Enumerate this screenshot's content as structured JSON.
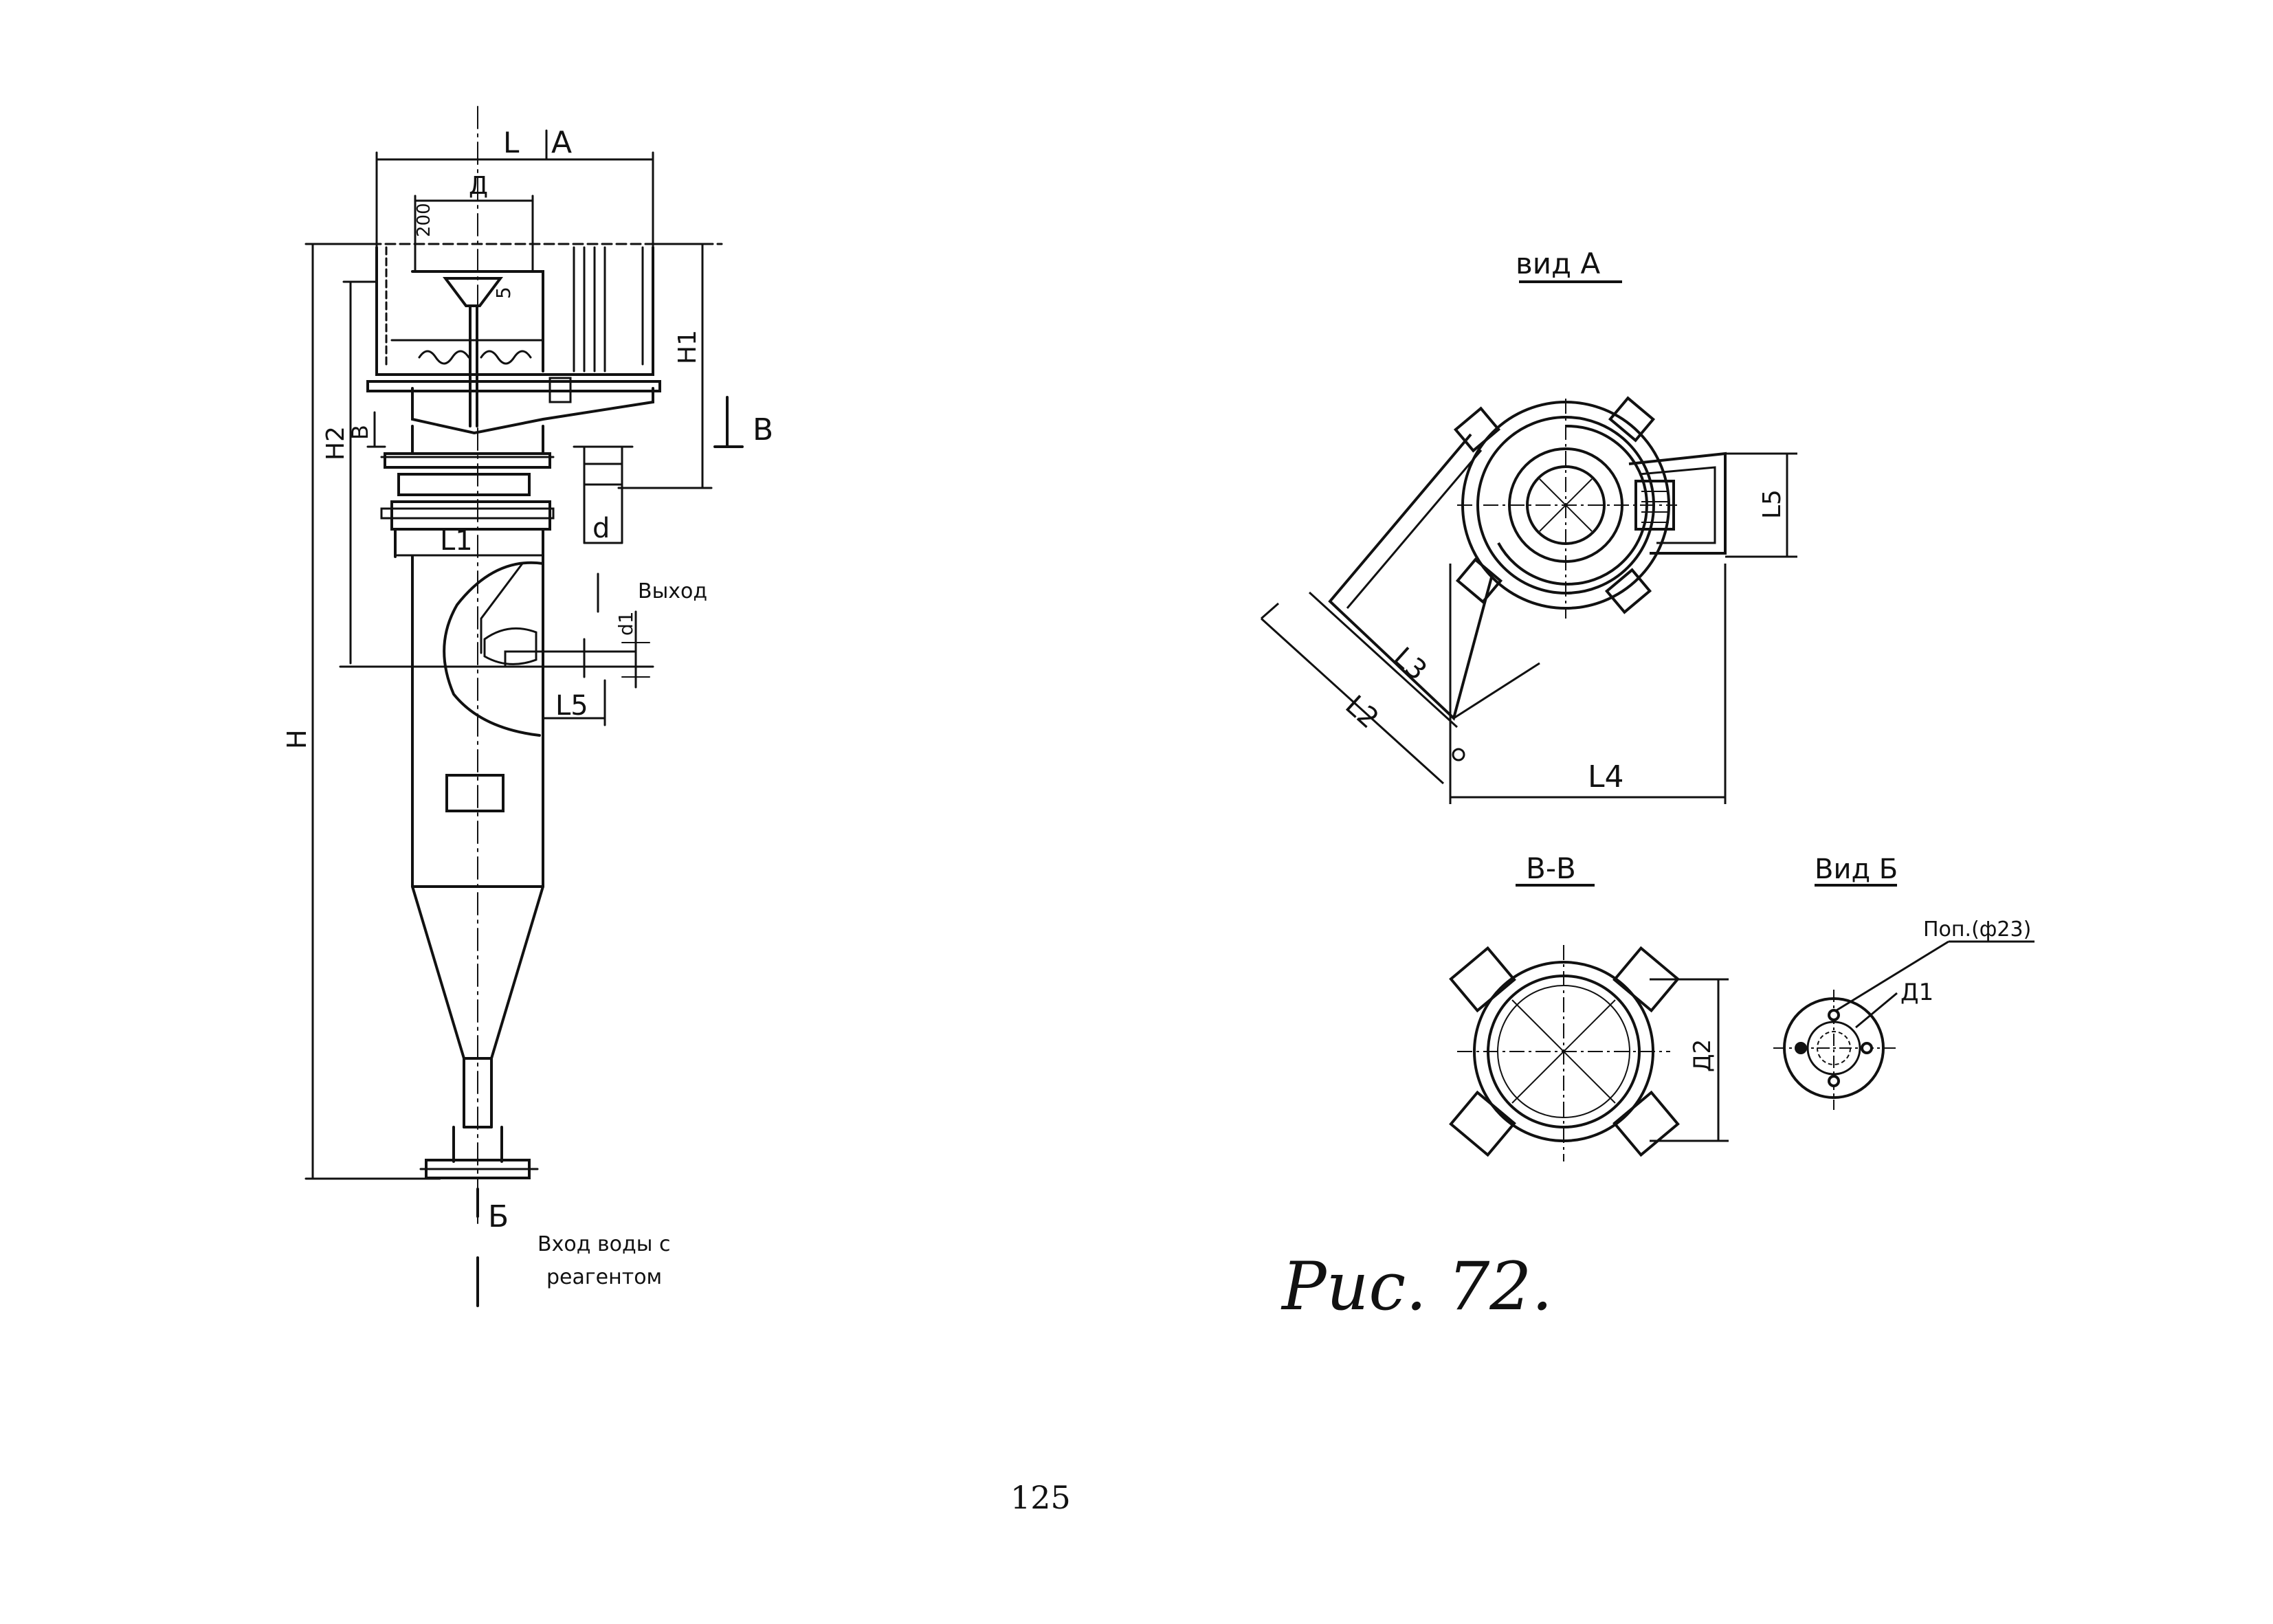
{
  "labels": {
    "L": "L",
    "A": "A",
    "D": "Д",
    "dim_200": "200",
    "dim_5": "5",
    "H1": "H1",
    "H2": "H2",
    "H": "H",
    "B_section": "B",
    "B_small": "B",
    "d": "d",
    "d1": "d1",
    "L1": "L1",
    "L5_main": "L5",
    "B_view": "Б",
    "outlet": "Выход",
    "inlet_line1": "Вход воды с",
    "inlet_line2": "реагентом"
  },
  "view_a": {
    "title": "вид А",
    "L2": "L2",
    "L3": "L3",
    "L4": "L4",
    "L5": "L5"
  },
  "section_bb": {
    "title": "В-В",
    "D2": "Д2"
  },
  "view_b": {
    "title": "Вид Б",
    "note": "Поп.(ф23)",
    "D1": "Д1"
  },
  "caption": "Рис. 72.",
  "page_number": "125"
}
